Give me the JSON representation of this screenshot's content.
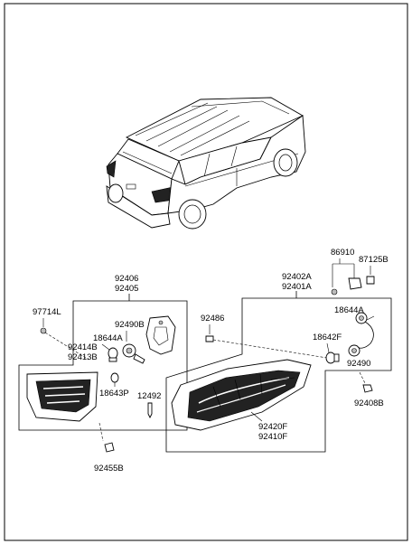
{
  "labels": {
    "l92406": "92406",
    "l92405": "92405",
    "l97714L": "97714L",
    "l92490B": "92490B",
    "l18644A_left": "18644A",
    "l92414B": "92414B",
    "l92413B": "92413B",
    "l18643P": "18643P",
    "l92455B": "92455B",
    "l12492": "12492",
    "l86910": "86910",
    "l87125B": "87125B",
    "l92402A": "92402A",
    "l92401A": "92401A",
    "l92486": "92486",
    "l18644A_right": "18644A",
    "l18642F": "18642F",
    "l92490": "92490",
    "l92408B": "92408B",
    "l92420F": "92420F",
    "l92410F": "92410F"
  }
}
